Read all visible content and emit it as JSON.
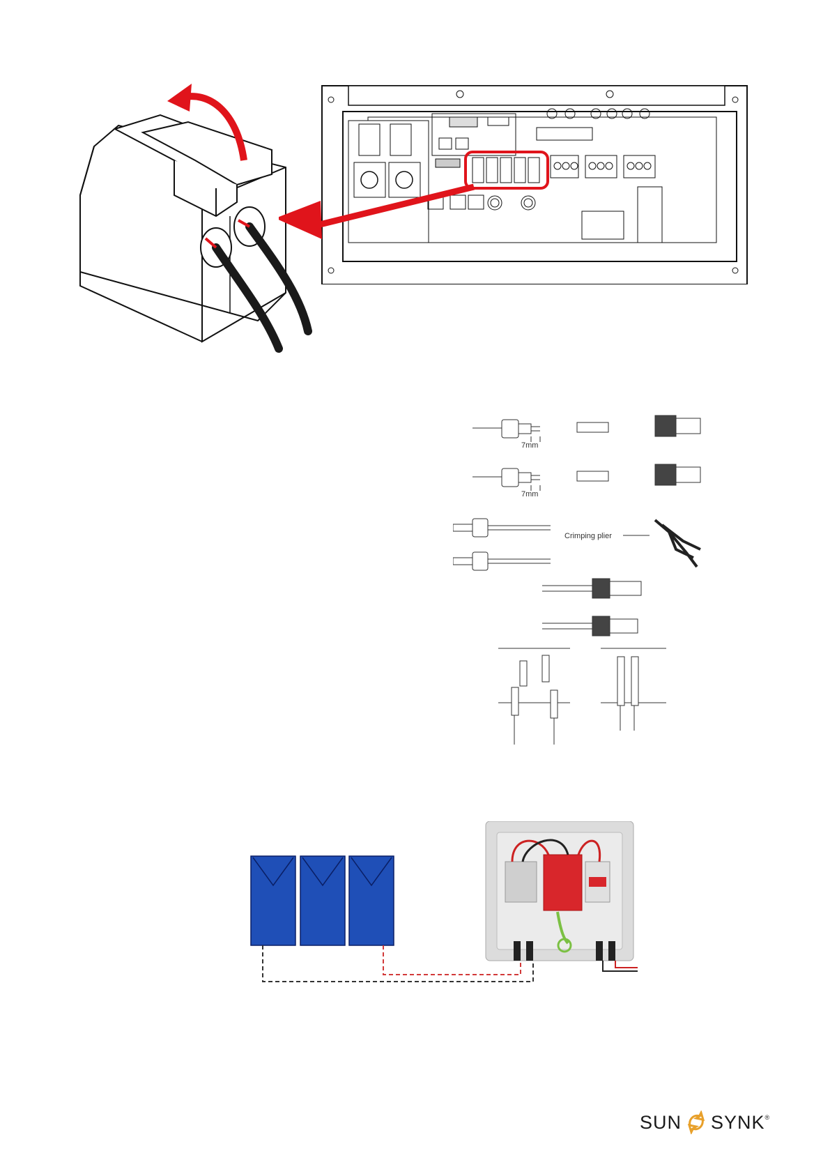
{
  "figures": {
    "strip_length_top": "7mm",
    "strip_length_bottom": "7mm",
    "crimping_tool_label": "Crimping plier"
  },
  "logo": {
    "left_text": "SUN",
    "right_text": "SYNK",
    "registered_mark": "®",
    "accent_color": "#e8a02a"
  },
  "colors": {
    "highlight_red": "#e0141b",
    "panel_blue": "#1f4fb7"
  }
}
